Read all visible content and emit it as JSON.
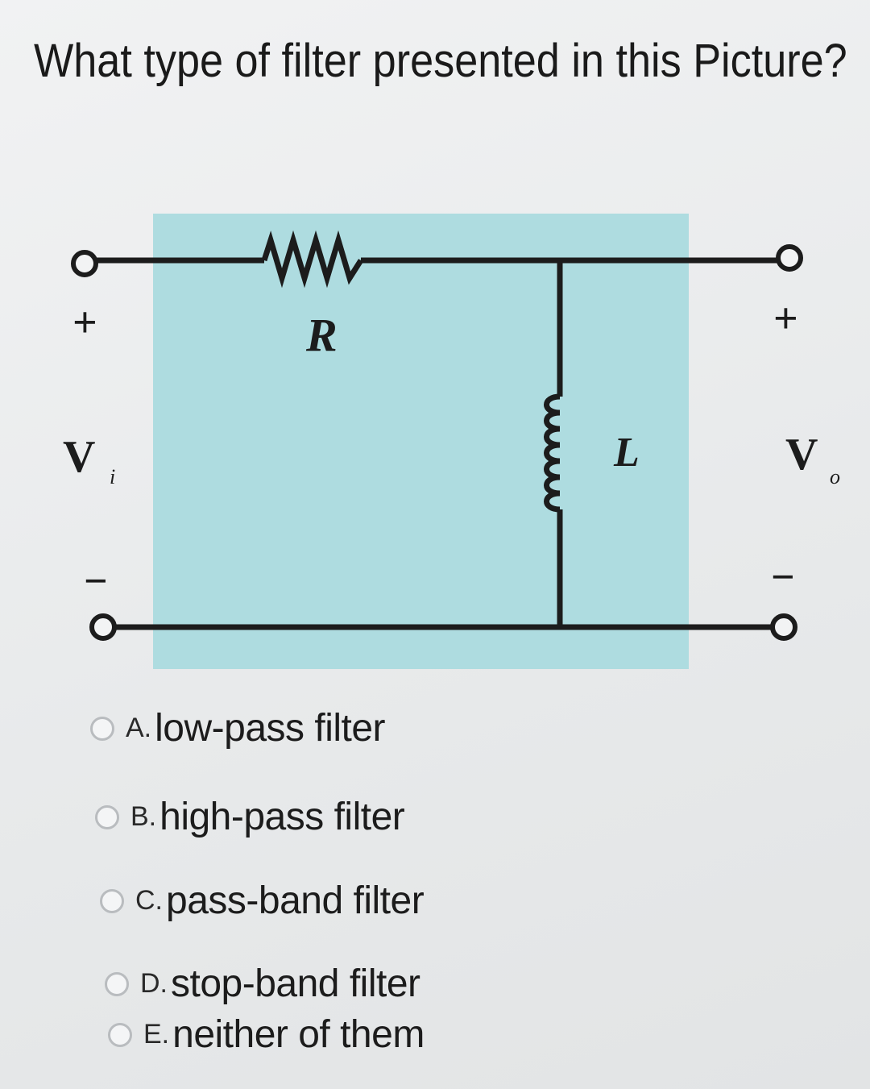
{
  "question": {
    "title": "What type of filter presented in this Picture?"
  },
  "circuit": {
    "resistor_label": "R",
    "inductor_label": "L",
    "input_plus": "+",
    "input_minus": "−",
    "input_voltage": "V",
    "input_subscript": "i",
    "output_plus": "+",
    "output_minus": "−",
    "output_voltage": "V",
    "output_subscript": "o",
    "highlight_color": "#aedce0",
    "wire_color": "#1c1c1c"
  },
  "options": [
    {
      "letter": "A.",
      "label": "low-pass filter"
    },
    {
      "letter": "B.",
      "label": "high-pass filter"
    },
    {
      "letter": "C.",
      "label": "pass-band filter"
    },
    {
      "letter": "D.",
      "label": "stop-band filter"
    },
    {
      "letter": "E.",
      "label": "neither of them"
    }
  ]
}
